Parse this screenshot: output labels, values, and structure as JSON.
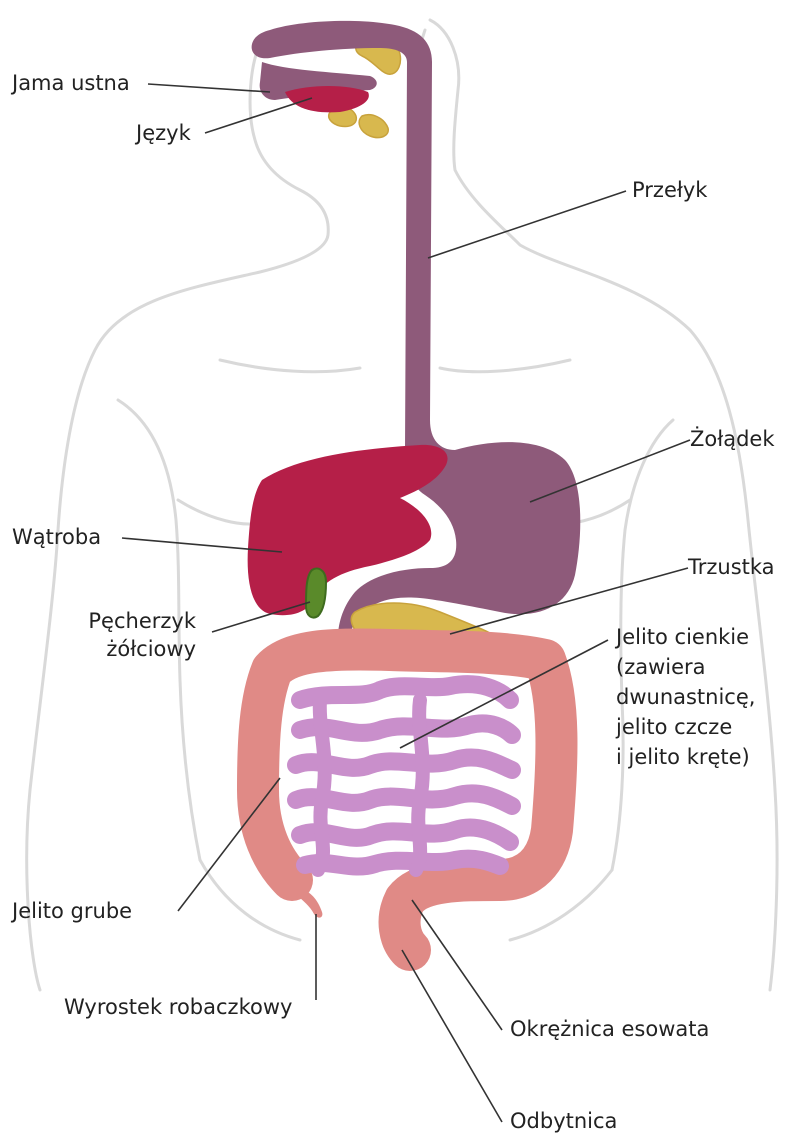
{
  "labels": {
    "mouth": "Jama ustna",
    "tongue": "Język",
    "esophagus": "Przełyk",
    "stomach": "Żołądek",
    "liver": "Wątroba",
    "pancreas": "Trzustka",
    "gallbladder_1": "Pęcherzyk",
    "gallbladder_2": "żółciowy",
    "small_intestine_1": "Jelito cienkie",
    "small_intestine_2": "(zawiera",
    "small_intestine_3": "dwunastnicę,",
    "small_intestine_4": "jelito czcze",
    "small_intestine_5": "i jelito kręte)",
    "large_intestine": "Jelito grube",
    "appendix": "Wyrostek robaczkowy",
    "sigmoid_colon": "Okrężnica esowata",
    "rectum": "Odbytnica"
  },
  "colors": {
    "body_outline": "#d9d9d9",
    "esophagus_stomach": "#8e5a7a",
    "liver": "#b51f48",
    "gallbladder": "#5a8a2a",
    "pancreas": "#d8b84e",
    "small_intestine": "#c98fcb",
    "large_intestine": "#e08a86",
    "leader_line": "#333333"
  }
}
